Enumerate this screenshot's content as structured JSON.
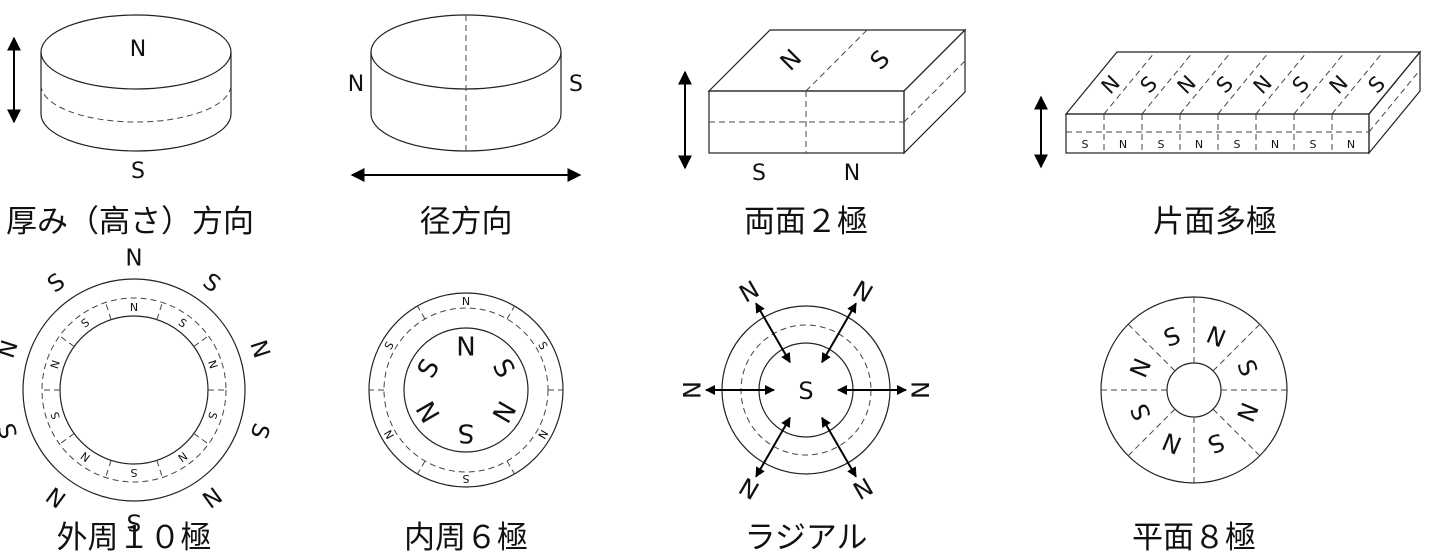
{
  "captions": {
    "thickness": "厚み（高さ）方向",
    "diametral": "径方向",
    "two_sided_two_pole": "両面２極",
    "one_sided_multi_pole": "片面多極",
    "outer_10_pole": "外周１０極",
    "inner_6_pole": "内周６極",
    "radial": "ラジアル",
    "flat_8_pole": "平面８極"
  },
  "poles": {
    "north": "N",
    "south": "S"
  }
}
